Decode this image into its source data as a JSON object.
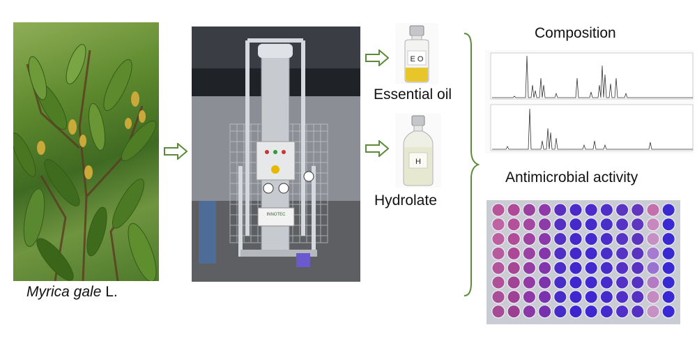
{
  "plant": {
    "caption_italic": "Myrica gale",
    "caption_rest": " L."
  },
  "bottles": {
    "eo_label": "Essential oil",
    "eo_tag": "E O",
    "h_label": "Hydrolate",
    "h_tag": "H"
  },
  "results": {
    "composition_title": "Composition",
    "antimicrobial_title": "Antimicrobial activity"
  },
  "still": {
    "sign_text": "INNOTEC"
  },
  "plate": {
    "rows": 8,
    "cols": 12,
    "well_colors": [
      [
        "#b8559a",
        "#b04a98",
        "#9b3fa0",
        "#8f3aa8",
        "#5a2fc0",
        "#4a2ac8",
        "#4b2bcc",
        "#4f2fc8",
        "#5a35c2",
        "#6236bd",
        "#c46fae",
        "#3c2ad0"
      ],
      [
        "#c063a3",
        "#b5519b",
        "#a446a2",
        "#8e3ba9",
        "#5530c3",
        "#4629ca",
        "#452acc",
        "#4a2ec9",
        "#5735c4",
        "#5e36bf",
        "#c888be",
        "#3b2ad2"
      ],
      [
        "#bd5fa0",
        "#b14c98",
        "#9f43a3",
        "#8a38aa",
        "#5130c4",
        "#4629cb",
        "#4329ce",
        "#4a2dca",
        "#5634c5",
        "#5b35c0",
        "#c690c4",
        "#3b2ad1"
      ],
      [
        "#b85a9e",
        "#ad4897",
        "#9b40a4",
        "#8636ab",
        "#4f2fc5",
        "#4428cc",
        "#4329cf",
        "#4a2ec9",
        "#5533c5",
        "#5a34c1",
        "#a57ad0",
        "#3a29d2"
      ],
      [
        "#b3559b",
        "#a84696",
        "#963da5",
        "#8235ac",
        "#4c2ec6",
        "#4227cd",
        "#4228cf",
        "#482dca",
        "#5432c6",
        "#5833c2",
        "#9a72d2",
        "#3a29d2"
      ],
      [
        "#ae5199",
        "#a34395",
        "#923ba6",
        "#7e33ad",
        "#4a2dc7",
        "#4026ce",
        "#4128d0",
        "#472ccb",
        "#5331c7",
        "#5632c3",
        "#b47ac4",
        "#3a29d3"
      ],
      [
        "#aa4e97",
        "#9f4194",
        "#8e39a7",
        "#7a32ae",
        "#482cc8",
        "#3f26cf",
        "#4027d1",
        "#462bcc",
        "#5230c8",
        "#5531c4",
        "#c58ac0",
        "#3a28d3"
      ],
      [
        "#a64b95",
        "#9c3f93",
        "#8a38a8",
        "#7731af",
        "#472bc9",
        "#3e25d0",
        "#3f27d2",
        "#452bcd",
        "#512fc9",
        "#5430c5",
        "#c792c2",
        "#3928d4"
      ]
    ]
  }
}
